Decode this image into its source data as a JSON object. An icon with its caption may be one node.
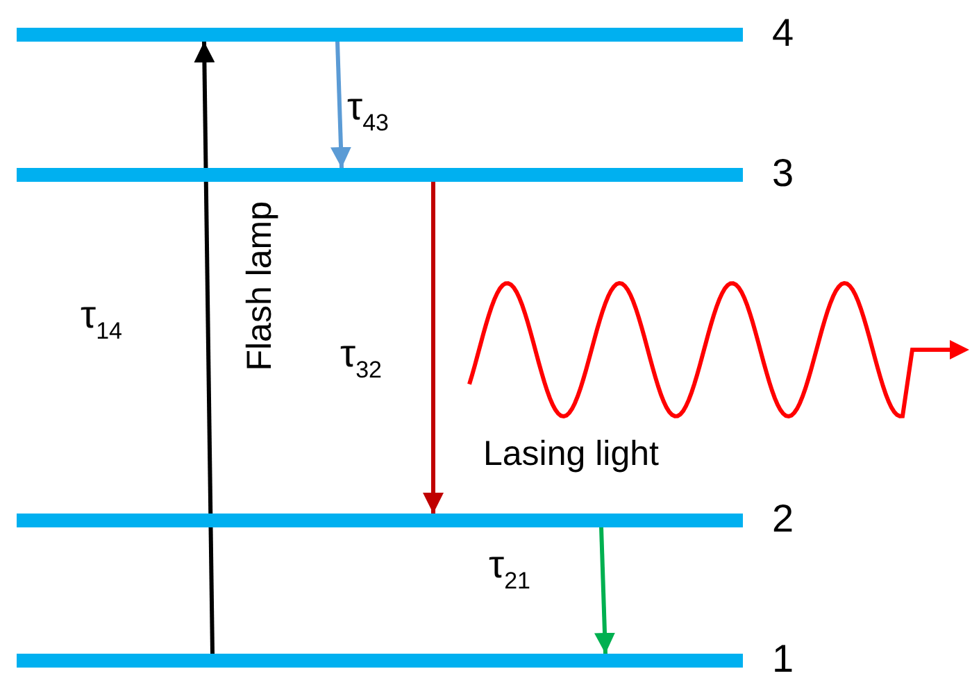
{
  "diagram": {
    "nodes": [
      {
        "text": [],
        "shape": "bar",
        "beside": [
          "4"
        ]
      },
      {
        "text": [],
        "shape": "bar",
        "beside": [
          "3"
        ]
      },
      {
        "text": [],
        "shape": "bar",
        "beside": [
          "2"
        ]
      },
      {
        "text": [],
        "shape": "bar",
        "beside": [
          "1"
        ]
      }
    ],
    "edges": [
      {
        "from": 3,
        "to": 0,
        "arrow": "to",
        "label": "τ$_{14}$",
        "color": "#000000"
      },
      {
        "from": 0,
        "to": 1,
        "arrow": "to",
        "label": "τ$_{43}$",
        "color": "#5b9bd5"
      },
      {
        "from": 1,
        "to": 2,
        "arrow": "to",
        "label": "τ$_{32}$",
        "color": "#c00000"
      },
      {
        "from": 2,
        "to": 3,
        "arrow": "to",
        "label": "τ$_{21}$",
        "color": "#00b050"
      }
    ],
    "labels": [
      "Flash lamp",
      "Lasing light"
    ]
  }
}
